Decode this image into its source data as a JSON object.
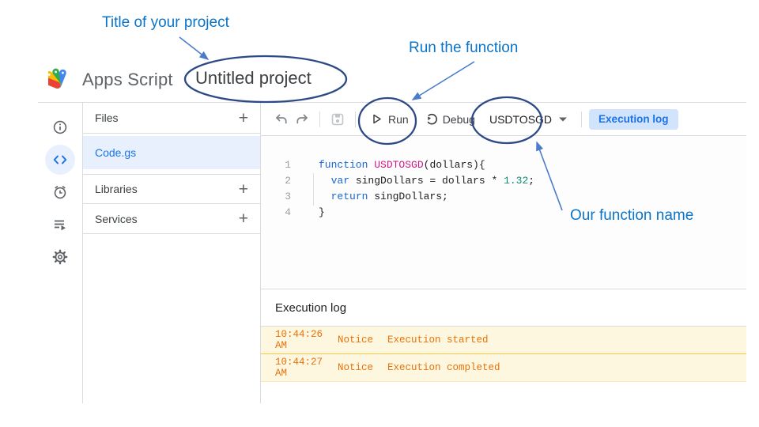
{
  "annotations": {
    "title_of_project": "Title of your project",
    "run_the_function": "Run the function",
    "our_function_name": "Our function name"
  },
  "header": {
    "app_name": "Apps Script",
    "project_title": "Untitled project"
  },
  "sidebar": {
    "icons": [
      "info-icon",
      "code-icon",
      "clock-icon",
      "executions-icon",
      "settings-icon"
    ]
  },
  "files_panel": {
    "header": "Files",
    "selected_file": "Code.gs",
    "sections": [
      "Libraries",
      "Services"
    ]
  },
  "toolbar": {
    "run": "Run",
    "debug": "Debug",
    "function_selector": "USDTOSGD",
    "execution_log": "Execution log"
  },
  "icons": {
    "plus": "+"
  },
  "editor": {
    "lines": [
      {
        "n": "1",
        "tokens": [
          [
            "kw",
            "function "
          ],
          [
            "fn",
            "USDTOSGD"
          ],
          [
            "pl",
            "(dollars){"
          ]
        ]
      },
      {
        "n": "2",
        "tokens": [
          [
            "pl",
            "  "
          ],
          [
            "kw",
            "var"
          ],
          [
            "pl",
            " singDollars = dollars * "
          ],
          [
            "num",
            "1.32"
          ],
          [
            "pl",
            ";"
          ]
        ]
      },
      {
        "n": "3",
        "tokens": [
          [
            "pl",
            "  "
          ],
          [
            "kw",
            "return"
          ],
          [
            "pl",
            " singDollars;"
          ]
        ]
      },
      {
        "n": "4",
        "tokens": [
          [
            "pl",
            "}"
          ]
        ]
      }
    ]
  },
  "execution_log": {
    "title": "Execution log",
    "entries": [
      {
        "time": "10:44:26 AM",
        "level": "Notice",
        "message": "Execution started"
      },
      {
        "time": "10:44:27 AM",
        "level": "Notice",
        "message": "Execution completed"
      }
    ]
  },
  "colors": {
    "annotation_blue": "#0a74c8",
    "ellipse_navy": "#2d4a87",
    "arrow_blue": "#4a7cc9",
    "accent_blue": "#1a73e8",
    "selected_file_bg": "#e8f0fe",
    "exec_button_bg": "#d2e3fc",
    "keyword": "#1967d2",
    "function_name": "#d01884",
    "number": "#0e8a6d",
    "log_text": "#e8710a",
    "log_bg": "#fef7e0",
    "log_divider": "#f7ca45",
    "border": "#dadce0"
  }
}
